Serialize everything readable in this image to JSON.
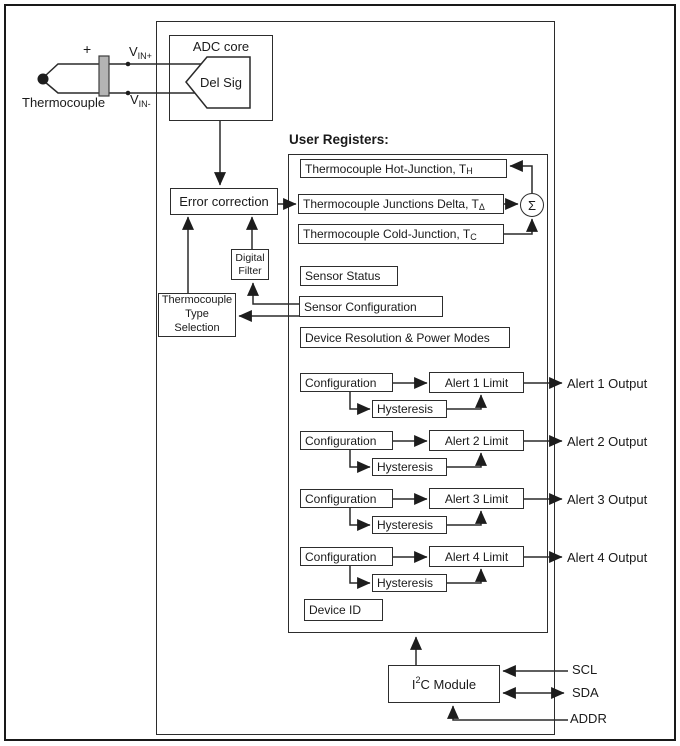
{
  "figure": {
    "input": {
      "thermocouple_label": "Thermocouple",
      "plus_sign": "+",
      "vin_plus": {
        "base": "V",
        "sub": "IN+"
      },
      "vin_minus": {
        "base": "V",
        "sub": "IN-"
      }
    },
    "adc_core": {
      "title": "ADC core",
      "delsig": "Del Sig"
    },
    "error_correction_label": "Error correction",
    "digital_filter": {
      "line1": "Digital",
      "line2": "Filter"
    },
    "type_selection": {
      "line1": "Thermocouple",
      "line2": "Type",
      "line3": "Selection"
    },
    "user_registers": {
      "title": "User Registers:",
      "hot_junction": {
        "base": "Thermocouple Hot-Junction, T",
        "sub": "H"
      },
      "junctions_delta": {
        "base": "Thermocouple Junctions Delta, T",
        "sub": "Δ"
      },
      "cold_junction": {
        "base": "Thermocouple Cold-Junction, T",
        "sub": "C"
      },
      "sigma": "Σ",
      "sensor_status": "Sensor Status",
      "sensor_configuration": "Sensor Configuration",
      "device_resolution": "Device Resolution & Power Modes",
      "device_id": "Device ID",
      "alerts": [
        {
          "configuration": "Configuration",
          "hysteresis": "Hysteresis",
          "limit": "Alert 1 Limit",
          "output": "Alert 1 Output"
        },
        {
          "configuration": "Configuration",
          "hysteresis": "Hysteresis",
          "limit": "Alert 2 Limit",
          "output": "Alert 2 Output"
        },
        {
          "configuration": "Configuration",
          "hysteresis": "Hysteresis",
          "limit": "Alert 3 Limit",
          "output": "Alert 3 Output"
        },
        {
          "configuration": "Configuration",
          "hysteresis": "Hysteresis",
          "limit": "Alert 4 Limit",
          "output": "Alert 4 Output"
        }
      ]
    },
    "i2c_module": {
      "base": "I",
      "sup": "2",
      "rest": "C Module"
    },
    "pins": {
      "scl": "SCL",
      "sda": "SDA",
      "addr": "ADDR"
    }
  }
}
